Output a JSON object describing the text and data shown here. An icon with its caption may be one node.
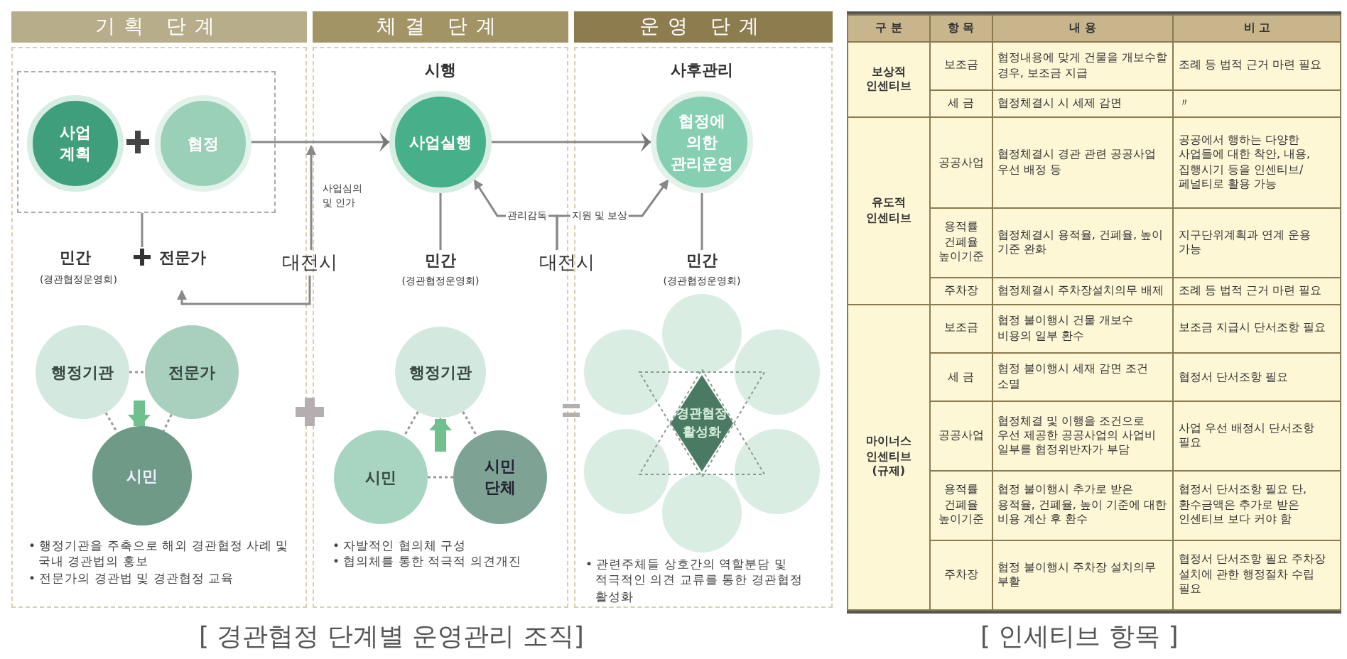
{
  "diagram": {
    "nodes": [
      {
        "text": [
          "기획 단계"
        ]
      },
      {
        "text": [
          "체결 단계"
        ]
      },
      {
        "text": [
          "운영 단계"
        ]
      },
      {
        "text": [],
        "shape": "box",
        "in": 0
      },
      {
        "text": [
          "사업 계획"
        ],
        "in": 3
      },
      {
        "text": [
          "협정"
        ],
        "in": 3
      },
      {
        "text": [
          "민간",
          "전문가",
          "(경관협정운영회)"
        ],
        "in": 0
      },
      {
        "text": [
          "대전시"
        ]
      },
      {
        "text": [
          "사업실행"
        ],
        "beside": [
          "시행"
        ],
        "in": 1
      },
      {
        "text": [
          "민간",
          "(경관협정운영회)"
        ],
        "in": 1
      },
      {
        "text": [
          "대전시"
        ]
      },
      {
        "text": [
          "협정에 의한 관리운영"
        ],
        "beside": [
          "사후관리"
        ],
        "in": 2
      },
      {
        "text": [
          "민간",
          "(경관협정운영회)"
        ],
        "in": 2
      },
      {
        "text": [
          "행정기관"
        ],
        "in": 0
      },
      {
        "text": [
          "전문가"
        ],
        "in": 0
      },
      {
        "text": [
          "시민"
        ],
        "in": 0
      },
      {
        "text": [
          "행정기관"
        ],
        "in": 1
      },
      {
        "text": [
          "시민"
        ],
        "in": 1
      },
      {
        "text": [
          "시민 단체"
        ],
        "in": 1
      },
      {
        "text": [
          "경관협정 활성화"
        ],
        "in": 2
      },
      {
        "text": [],
        "shape": "circle",
        "in": 2
      },
      {
        "text": [],
        "shape": "circle",
        "in": 2
      },
      {
        "text": [],
        "shape": "circle",
        "in": 2
      },
      {
        "text": [],
        "shape": "circle",
        "in": 2
      },
      {
        "text": [],
        "shape": "circle",
        "in": 2
      },
      {
        "text": [],
        "shape": "circle",
        "in": 2
      }
    ],
    "edges": [
      {
        "from": 5,
        "to": 8,
        "arrow": "to"
      },
      {
        "from": 8,
        "to": 11,
        "arrow": "to"
      },
      {
        "from": 3,
        "to": 6,
        "arrow": "none"
      },
      {
        "from": 7,
        "to": 1,
        "arrow": "to",
        "label": "사업심의 및 인가"
      },
      {
        "from": 7,
        "to": 6,
        "arrow": "to"
      },
      {
        "from": 8,
        "to": 9,
        "arrow": "none"
      },
      {
        "from": 10,
        "to": 8,
        "arrow": "to",
        "label": "관리감독"
      },
      {
        "from": 10,
        "to": 11,
        "arrow": "to",
        "label": "지원 및 보상"
      },
      {
        "from": 11,
        "to": 12,
        "arrow": "none"
      },
      {
        "from": 13,
        "to": 14,
        "arrow": "none",
        "style": "dashed"
      },
      {
        "from": 13,
        "to": 15,
        "arrow": "none",
        "style": "dashed"
      },
      {
        "from": 14,
        "to": 15,
        "arrow": "none",
        "style": "dashed"
      },
      {
        "from": 16,
        "to": 17,
        "arrow": "none",
        "style": "dashed"
      },
      {
        "from": 16,
        "to": 18,
        "arrow": "none",
        "style": "dashed"
      },
      {
        "from": 17,
        "to": 18,
        "arrow": "none",
        "style": "dashed"
      },
      {
        "from": 13,
        "to": 15,
        "arrow": "to",
        "style": "thick",
        "color": "#6fc08d"
      },
      {
        "from": 14,
        "to": 15,
        "arrow": "to",
        "style": "thick",
        "color": "#6fc08d"
      },
      {
        "from": 17,
        "to": 16,
        "arrow": "to",
        "style": "thick",
        "color": "#6fc08d"
      },
      {
        "from": 18,
        "to": 16,
        "arrow": "to",
        "style": "thick",
        "color": "#6fc08d"
      }
    ],
    "labels": [
      "• 행정기관을 주축으로 해외 경관협정 사례 및 국내 경관법의 홍보",
      "• 전문가의 경관법 및 경관협정 교육",
      "• 자발적인 협의체 구성",
      "• 협의체를 통한 적극적 의견개진",
      "• 관련주체들 상호간의 역할분담 및 적극적인 의견 교류를 통한 경관협정 활성화",
      "[ 경관협정 단계별 운영관리 조직]",
      "구 분",
      "항 목",
      "내 용",
      "비 고",
      "보상적 인센티브",
      "보조금",
      "협정내용에 맞게 건물을 개보수할 경우, 보조금 지급",
      "조례 등 법적 근거 마련 필요",
      "세 금",
      "협정체결시 시 세제 감면",
      "〃",
      "유도적 인센티브",
      "공공사업",
      "협정체결시 경관 관련 공공사업 우선 배정 등",
      "공공에서 행하는 다양한 사업들에 대한 착안, 내용, 집행시기 등을 인센티브/페널티로 활용 가능",
      "용적률 건폐율 높이기준",
      "협정체결시 용적율, 건폐율, 높이 기준 완화",
      "지구단위계획과 연계 운용 가능",
      "주차장",
      "협정체결시 주차장설치의무 배제",
      "조례 등 법적 근거 마련 필요",
      "마이너스 인센티브 (규제)",
      "보조금",
      "협정 불이행시 건물 개보수 비용의 일부 환수",
      "보조금 지급시 단서조항 필요",
      "세 금",
      "협정 불이행시 세재 감면 조건 소멸",
      "협정서 단서조항 필요",
      "공공사업",
      "협정체결 및 이행을 조건으로 우선 제공한 공공사업의 사업비 일부를 협정위반자가 부담",
      "사업 우선 배정시 단서조항 필요",
      "용적률 건폐율 높이기준",
      "협정 불이행시 추가로 받은 용적율, 건폐율, 높이 기준에 대한 비용 계산 후 환수",
      "협정서 단서조항 필요 단, 환수금액은 추가로 받은 인센티브 보다 커야 함",
      "주차장",
      "협정 불이행시 주차장 설치의무 부활",
      "협정서 단서조항 필요 주차장 설치에 관한 행정절차 수립 필요",
      "[ 인세티브 항목 ]"
    ]
  }
}
